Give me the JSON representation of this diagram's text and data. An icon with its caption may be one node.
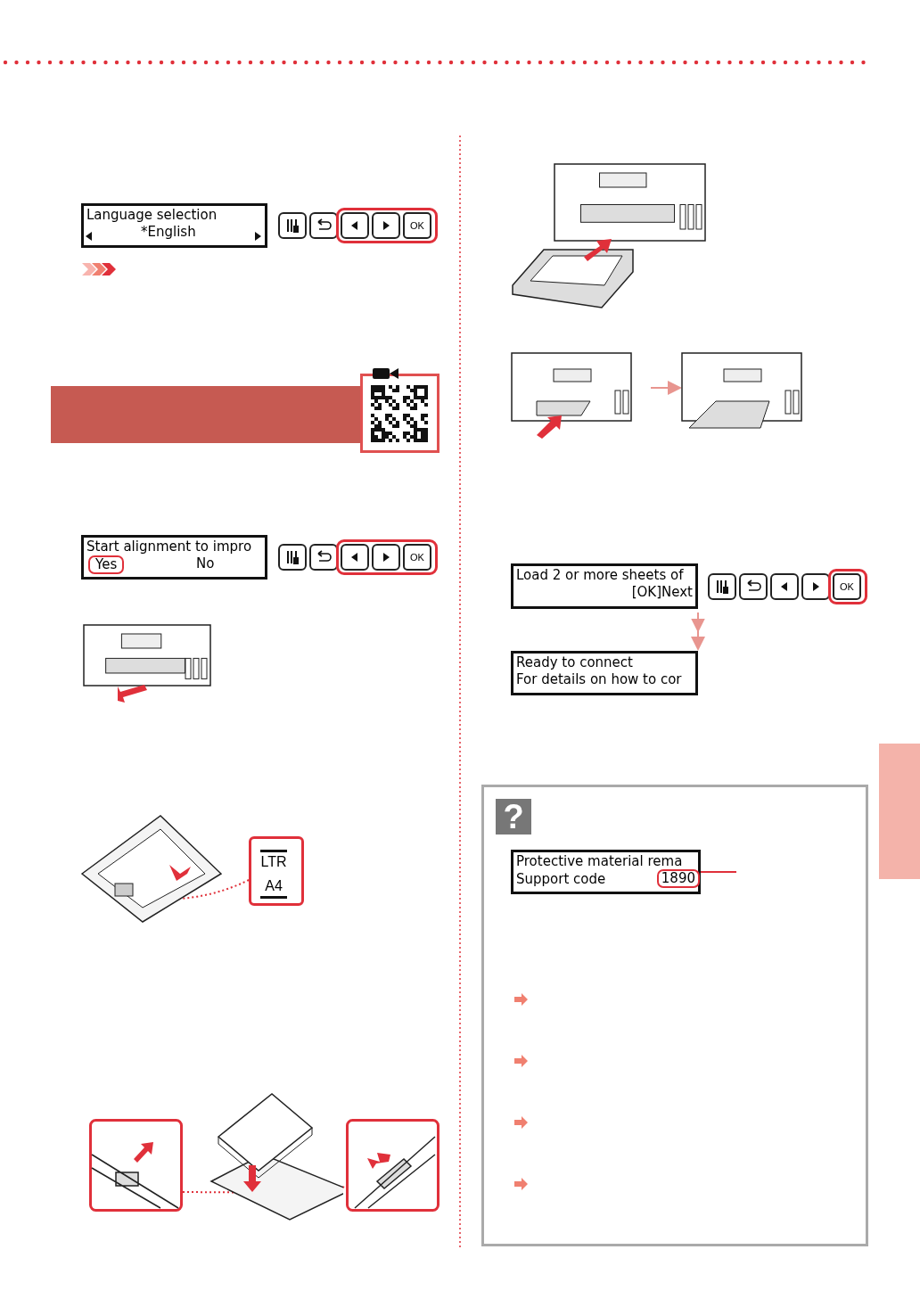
{
  "diagram": {
    "nodes": [
      {
        "text": [
          "Language selection",
          "*English"
        ]
      },
      {
        "text": [
          "Start alignment to impro",
          "Yes",
          "No"
        ]
      },
      {
        "text": [
          "LTR",
          "A4"
        ]
      },
      {
        "text": [],
        "shape": "box"
      },
      {
        "text": [],
        "shape": "picture"
      },
      {
        "text": [],
        "shape": "picture"
      },
      {
        "text": [],
        "shape": "picture"
      },
      {
        "text": [],
        "shape": "picture"
      },
      {
        "text": [],
        "shape": "picture"
      },
      {
        "text": [
          "Load 2 or more sheets of",
          "[OK]Next"
        ]
      },
      {
        "text": [
          "Ready to connect",
          "For details on how to cor"
        ]
      },
      {
        "text": [
          "Protective material rema",
          "Support code",
          "1890"
        ]
      },
      {
        "text": [],
        "shape": "bar"
      },
      {
        "text": [],
        "shape": "bar"
      }
    ],
    "edges": [
      {
        "from": 2,
        "to": 3,
        "arrow": "none",
        "style": "dashed"
      },
      {
        "from": 4,
        "to": 5,
        "arrow": "none",
        "style": "dashed"
      },
      {
        "from": 5,
        "to": 6,
        "arrow": "none",
        "style": "dashed"
      },
      {
        "from": 7,
        "to": 8,
        "arrow": "to",
        "color": "#e8958f"
      },
      {
        "from": 9,
        "to": 10,
        "arrow": "to",
        "color": "#e8958f"
      },
      {
        "from": 11,
        "to": null,
        "arrow": "none"
      }
    ],
    "labels": [
      "OK",
      "OK",
      "OK",
      "?"
    ]
  }
}
